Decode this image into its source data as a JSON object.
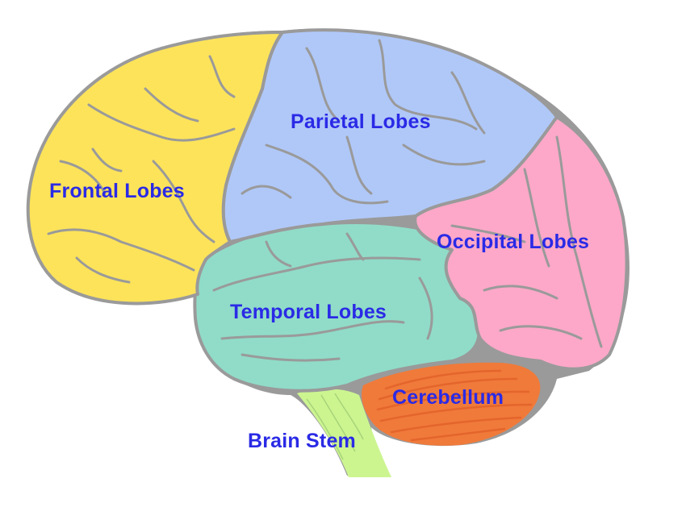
{
  "diagram": {
    "subject": "Lateral view of the human brain",
    "label_color": "#2a2ae6",
    "outline_color": "#9a9a9a",
    "regions": [
      {
        "id": "frontal",
        "label": "Frontal Lobes",
        "color": "#fde35a"
      },
      {
        "id": "parietal",
        "label": "Parietal Lobes",
        "color": "#b0c8f8"
      },
      {
        "id": "occipital",
        "label": "Occipital Lobes",
        "color": "#fda8c8"
      },
      {
        "id": "temporal",
        "label": "Temporal Lobes",
        "color": "#90dcc8"
      },
      {
        "id": "cerebellum",
        "label": "Cerebellum",
        "color": "#f07a3a"
      },
      {
        "id": "brainstem",
        "label": "Brain Stem",
        "color": "#ccf590"
      }
    ]
  }
}
